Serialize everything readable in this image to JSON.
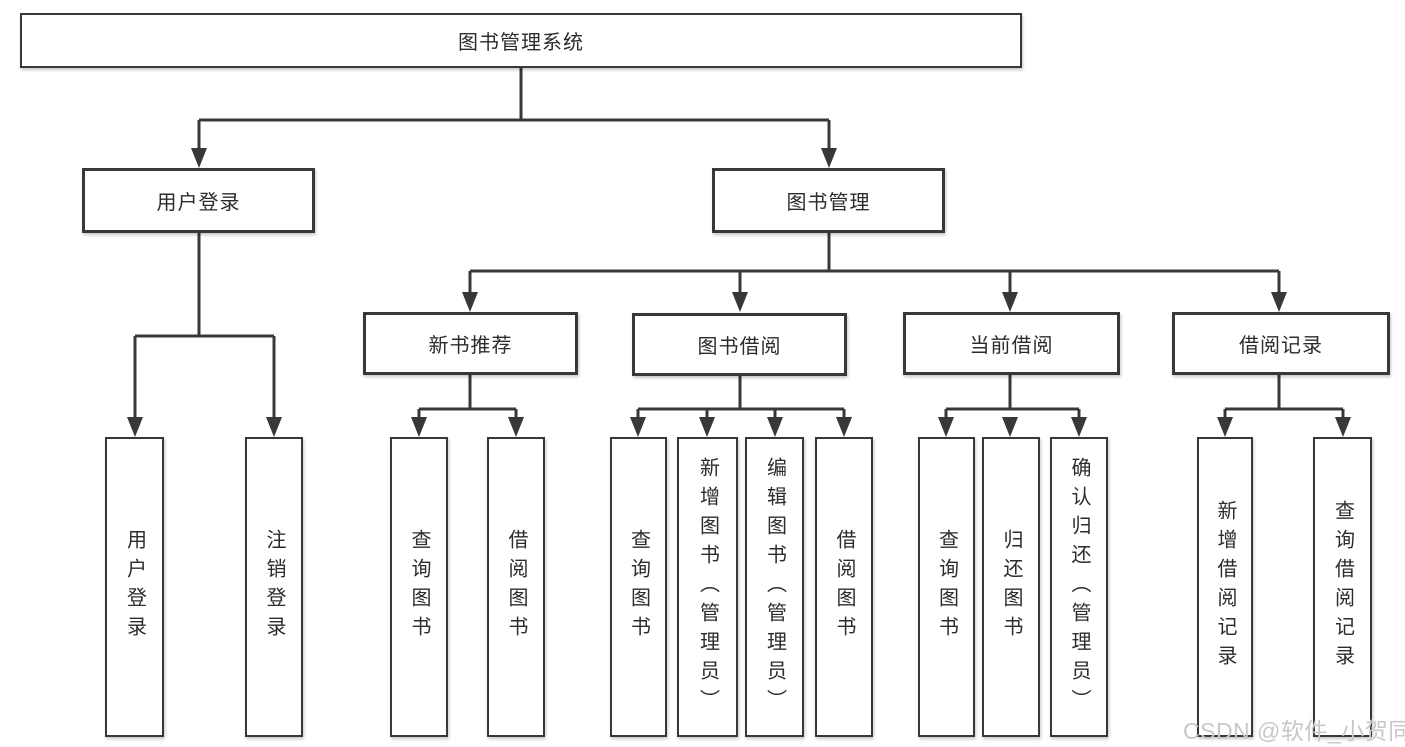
{
  "diagram": {
    "watermark": "CSDN @软件_小贺同学",
    "colors": {
      "line": "#383838",
      "text": "#2c2c2c",
      "background": "#ffffff",
      "watermark": "#c8c8c8"
    },
    "tree": {
      "root": "图书管理系统",
      "branches": [
        {
          "label": "用户登录",
          "leaves": [
            "用户登录",
            "注销登录"
          ]
        },
        {
          "label": "图书管理",
          "groups": [
            {
              "label": "新书推荐",
              "leaves": [
                "查询图书",
                "借阅图书"
              ]
            },
            {
              "label": "图书借阅",
              "leaves": [
                "查询图书",
                "新增图书（管理员）",
                "编辑图书（管理员）",
                "借阅图书"
              ]
            },
            {
              "label": "当前借阅",
              "leaves": [
                "查询图书",
                "归还图书",
                "确认归还（管理员）"
              ]
            },
            {
              "label": "借阅记录",
              "leaves": [
                "新增借阅记录",
                "查询借阅记录"
              ]
            }
          ]
        }
      ]
    }
  }
}
